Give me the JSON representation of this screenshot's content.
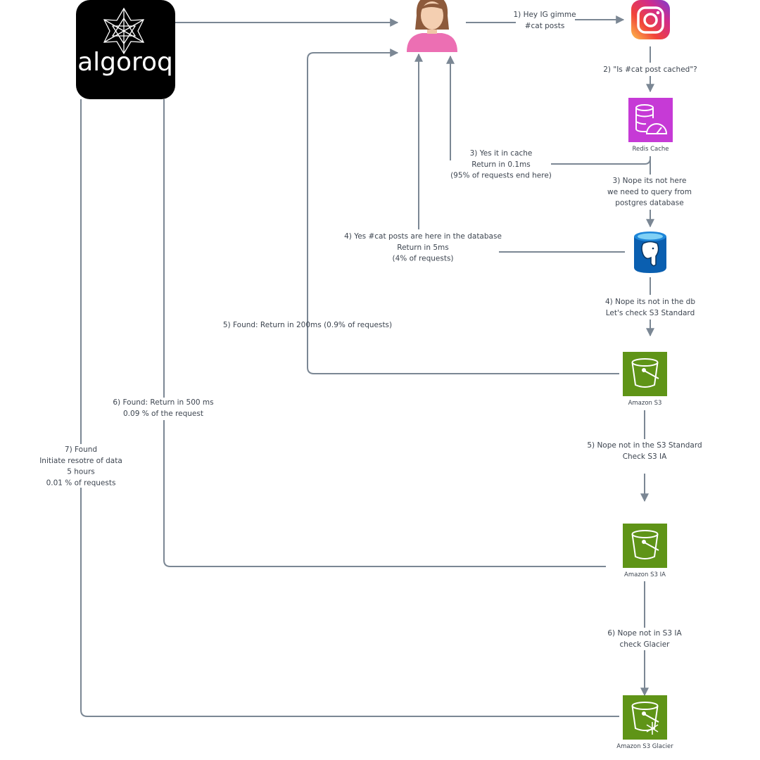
{
  "logo": {
    "text": "algoroq"
  },
  "nodes": {
    "instagram": {
      "icon": "instagram-icon"
    },
    "redis": {
      "caption": "Redis Cache",
      "color": "#c63ad6"
    },
    "postgres": {
      "icon": "postgres-db-icon",
      "color": "#0a5fb0"
    },
    "s3_standard": {
      "caption": "Amazon S3",
      "color": "#5f9417"
    },
    "s3_ia": {
      "caption": "Amazon S3 IA",
      "color": "#5f9417"
    },
    "s3_glacier": {
      "caption": "Amazon S3 Glacier",
      "color": "#5f9417"
    }
  },
  "labels": {
    "step1": [
      "1) Hey IG gimme",
      "#cat posts"
    ],
    "step2": [
      "2) \"Is #cat post cached\"?"
    ],
    "step3_yes": [
      "3) Yes it in cache",
      "Return in 0.1ms",
      "(95% of requests end here)"
    ],
    "step3_no": [
      "3) Nope its not here",
      "we need to query from",
      "postgres database"
    ],
    "step4_yes": [
      "4) Yes #cat posts are here in the database",
      "Return in 5ms",
      "(4% of requests)"
    ],
    "step4_no": [
      "4) Nope its not in the db",
      "Let's check S3 Standard"
    ],
    "step5_found": [
      "5) Found: Return in 200ms (0.9% of requests)"
    ],
    "step5_no": [
      "5) Nope not in the S3 Standard",
      "Check S3 IA"
    ],
    "step6_found": [
      "6) Found: Return in 500 ms",
      "0.09 % of the request"
    ],
    "step6_no": [
      "6) Nope not in S3 IA",
      "check Glacier"
    ],
    "step7_found": [
      "7) Found",
      "Initiate resotre of data",
      "5 hours",
      "0.01 % of requests"
    ]
  }
}
